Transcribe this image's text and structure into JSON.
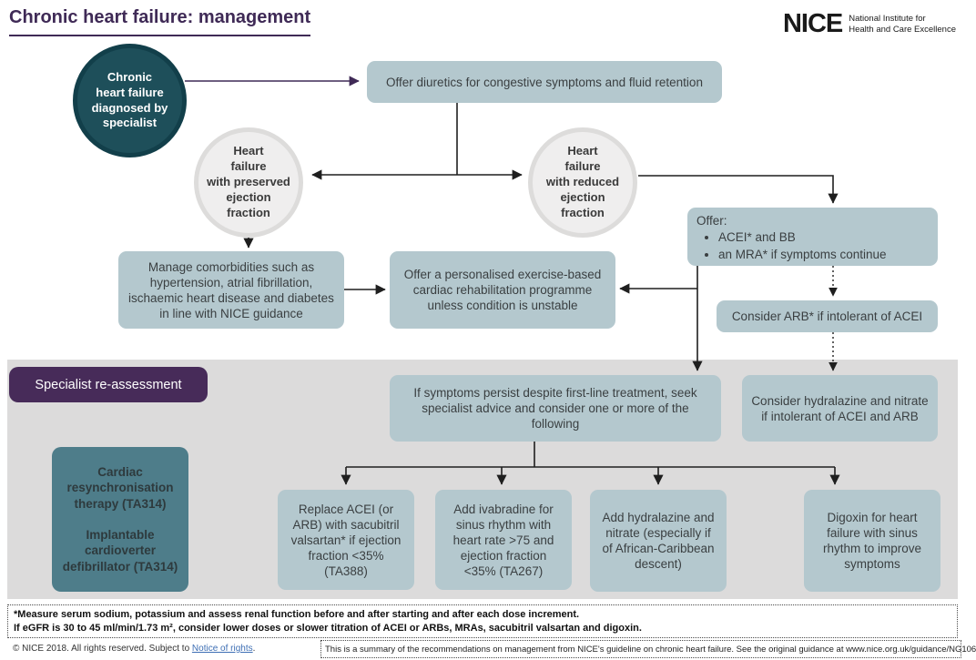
{
  "header": {
    "title": "Chronic heart failure: management",
    "logo": {
      "name": "NICE",
      "tagline1": "National Institute for",
      "tagline2": "Health and Care Excellence"
    }
  },
  "flow": {
    "start_circle": "Chronic\nheart failure\ndiagnosed by\nspecialist",
    "diuretics": "Offer diuretics for congestive symptoms and fluid retention",
    "preserved_circle": "Heart\nfailure\nwith preserved\nejection\nfraction",
    "reduced_circle": "Heart\nfailure\nwith reduced\nejection\nfraction",
    "offer": {
      "intro": "Offer:",
      "bullets": [
        "ACEI* and BB",
        "an MRA* if symptoms continue"
      ]
    },
    "comorbidities": "Manage comorbidities such as hypertension, atrial fibrillation, ischaemic heart disease and diabetes in line with NICE guidance",
    "rehab": "Offer a personalised exercise-based cardiac rehabilitation programme unless condition is unstable",
    "arb": "Consider ARB* if intolerant of ACEI"
  },
  "reassessment": {
    "label": "Specialist re-assessment",
    "persist": "If symptoms persist despite first-line treatment, seek specialist advice and consider one or more of the following",
    "hydralazine_intolerant": "Consider hydralazine and nitrate if intolerant of ACEI and ARB",
    "devices": {
      "line1": "Cardiac resynchronisation therapy (TA314)",
      "line2": "Implantable cardioverter defibrillator (TA314)"
    },
    "options": [
      "Replace ACEI (or ARB) with sacubitril valsartan* if ejection fraction <35% (TA388)",
      "Add ivabradine for sinus rhythm with heart rate >75 and ejection fraction <35% (TA267)",
      "Add hydralazine and nitrate (especially if of African-Caribbean descent)",
      "Digoxin for heart failure with sinus rhythm to improve symptoms"
    ]
  },
  "footnote": {
    "line1": "*Measure serum sodium, potassium and assess renal function before and after starting and after each dose increment.",
    "line2": "If eGFR is 30 to 45 ml/min/1.73 m², consider lower doses or slower titration of ACEI or ARBs, MRAs, sacubitril valsartan and digoxin."
  },
  "footer": {
    "copyright_prefix": "© NICE 2018. All rights reserved. Subject to ",
    "notice_link": "Notice of rights",
    "copyright_suffix": ".",
    "summary": "This is a summary of the recommendations on management from NICE's guideline on chronic heart failure. See the original guidance at www.nice.org.uk/guidance/NG106"
  },
  "colors": {
    "accent_purple": "#472b59",
    "title_purple": "#3f2a56",
    "dark_teal": "#1e4f5a",
    "mid_teal": "#4e7d8a",
    "node_blue": "#b4c8ce",
    "band_gray": "#dcdbdb",
    "link_blue": "#3d6eb4"
  }
}
